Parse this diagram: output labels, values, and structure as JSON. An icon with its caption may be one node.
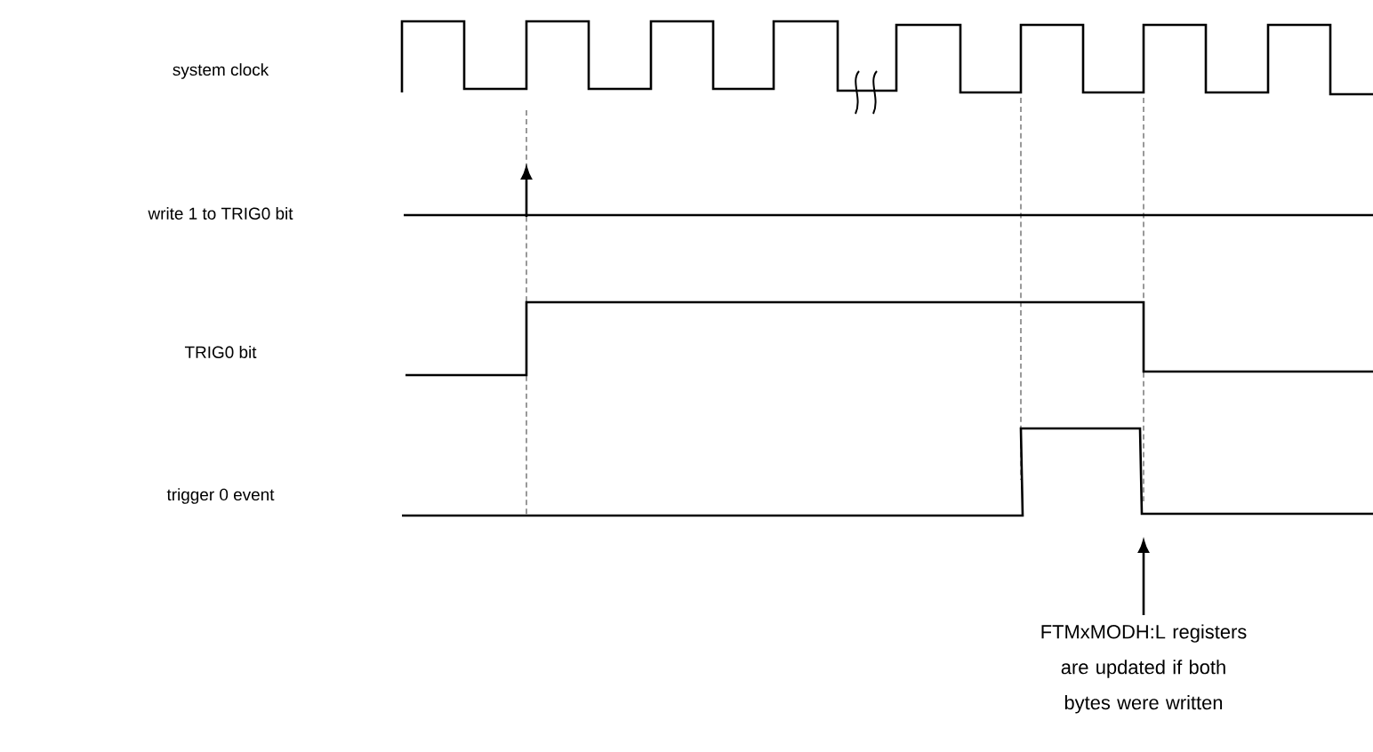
{
  "diagram": {
    "labels": [
      "system clock",
      "write 1 to TRIG0 bit",
      "TRIG0 bit",
      "trigger 0 event",
      "FTMxMODH:L registers are updated if both bytes were written"
    ]
  }
}
